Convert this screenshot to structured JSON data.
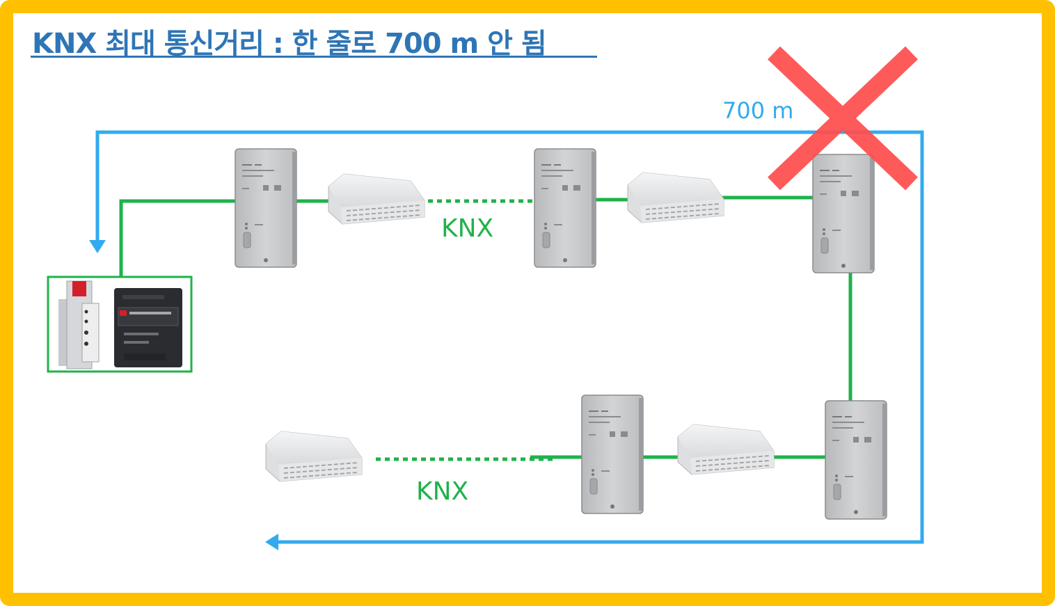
{
  "title": "KNX 최대 통신거리 : 한 줄로 700 m 안 됨",
  "distance_label": "700 m",
  "bus_labels": [
    "KNX",
    "KNX"
  ],
  "colors": {
    "frame": "#ffc000",
    "title": "#2e75b6",
    "distance_line": "#33aaee",
    "bus_line": "#1fb24a",
    "cross": "#ff4d4d"
  },
  "icons": {
    "power_supply_module": "din-rail-router-and-power-supply",
    "controller": "wall-controller-device",
    "indoor_unit": "ceiling-cassette-unit",
    "forbidden": "red-x-mark"
  }
}
